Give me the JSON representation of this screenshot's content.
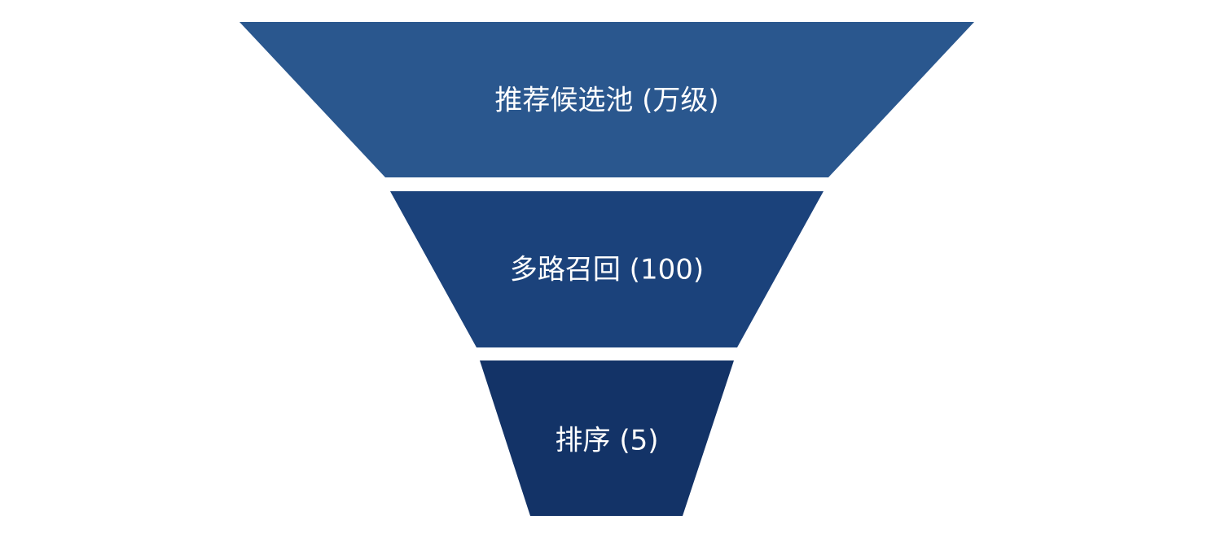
{
  "funnel": {
    "stages": [
      {
        "label": "推荐候选池 (万级)",
        "color": "#2a578e"
      },
      {
        "label": "多路召回 (100)",
        "color": "#1b427b"
      },
      {
        "label": "排序 (5)",
        "color": "#133367"
      }
    ]
  }
}
